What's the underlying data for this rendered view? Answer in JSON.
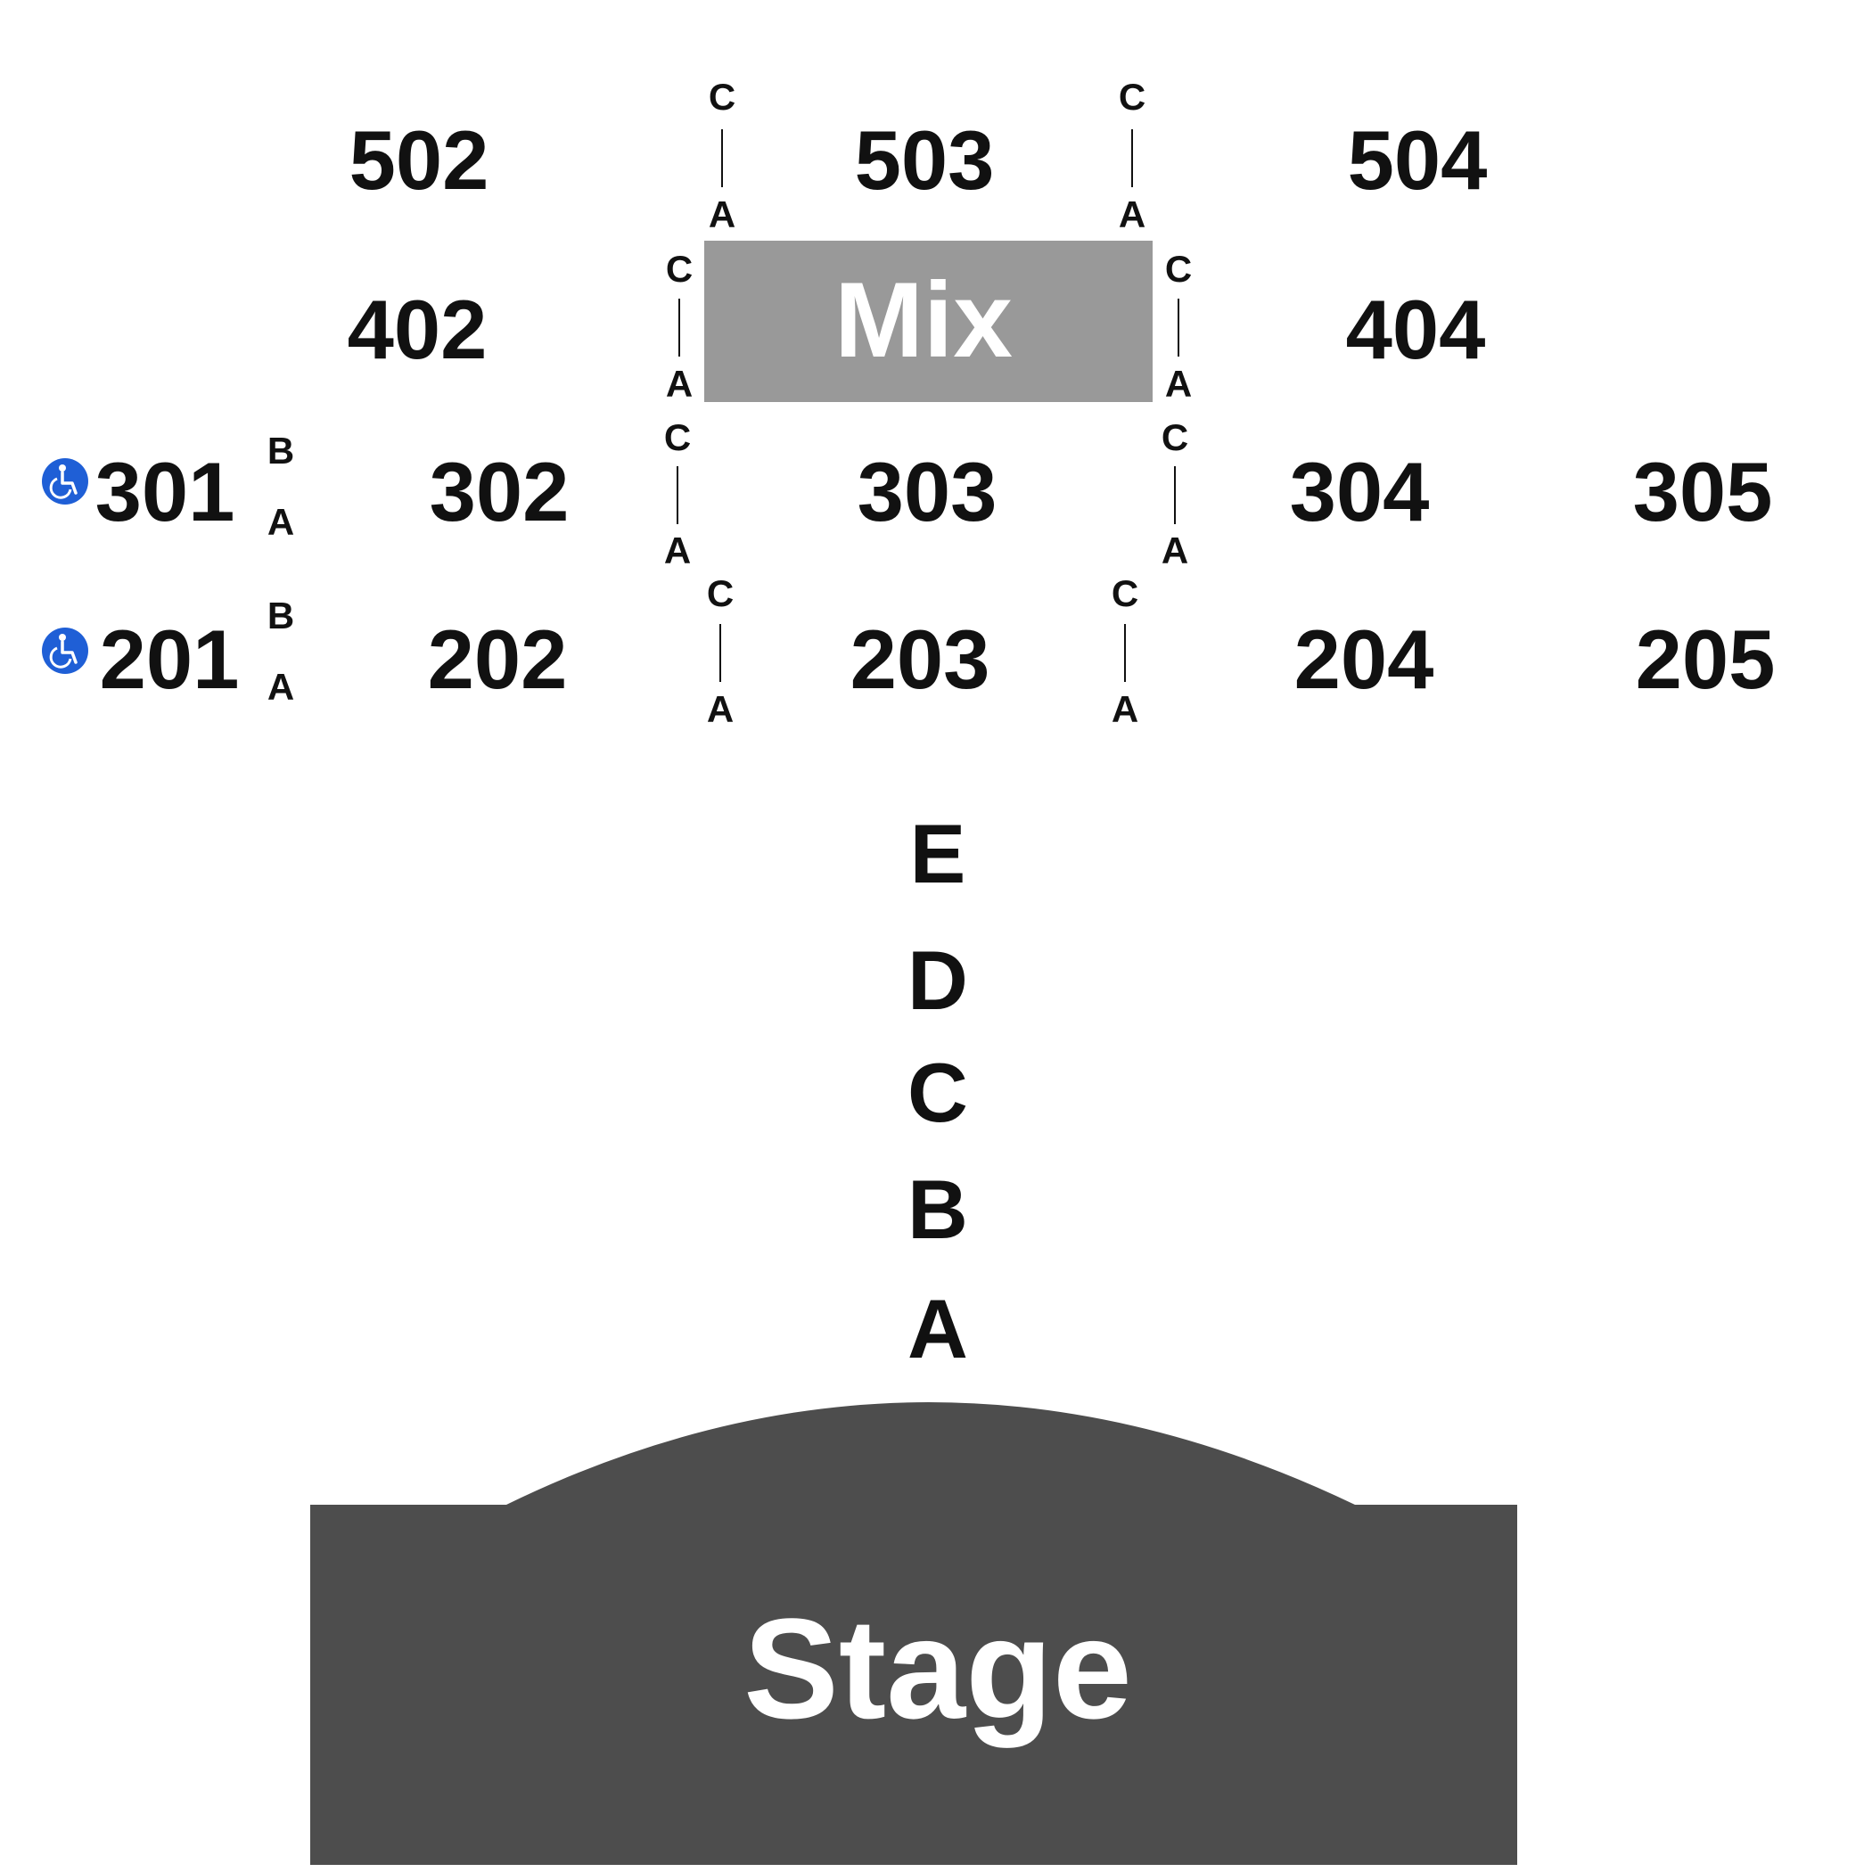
{
  "map": {
    "sections": {
      "s502": "502",
      "s503": "503",
      "s504": "504",
      "s402": "402",
      "s404": "404",
      "s301": "301",
      "s302": "302",
      "s303": "303",
      "s304": "304",
      "s305": "305",
      "s201": "201",
      "s202": "202",
      "s203": "203",
      "s204": "204",
      "s205": "205"
    },
    "mix_label": "Mix",
    "stage_label": "Stage",
    "floor_rows": [
      "E",
      "D",
      "C",
      "B",
      "A"
    ],
    "aisle_top": "C",
    "aisle_bottom": "A",
    "side_row_top": "B",
    "side_row_bottom": "A",
    "icons": [
      "wheelchair-icon",
      "wheelchair-icon"
    ],
    "colors": {
      "text": "#111111",
      "mix_fill": "#999999",
      "stage_fill": "#4d4d4d",
      "accessible_blue": "#1f5fd6",
      "label_white": "#ffffff"
    }
  }
}
